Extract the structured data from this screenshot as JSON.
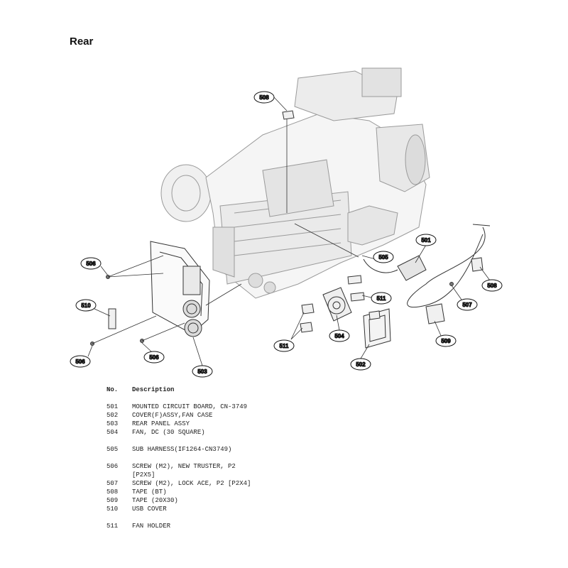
{
  "title": "Rear",
  "callouts": [
    {
      "id": "508",
      "label": "508"
    },
    {
      "id": "501",
      "label": "501"
    },
    {
      "id": "505",
      "label": "505"
    },
    {
      "id": "506a",
      "label": "506"
    },
    {
      "id": "510",
      "label": "510"
    },
    {
      "id": "506b",
      "label": "506"
    },
    {
      "id": "506c",
      "label": "506"
    },
    {
      "id": "503",
      "label": "503"
    },
    {
      "id": "511a",
      "label": "511"
    },
    {
      "id": "511b",
      "label": "511"
    },
    {
      "id": "504",
      "label": "504"
    },
    {
      "id": "502",
      "label": "502"
    },
    {
      "id": "509",
      "label": "509"
    },
    {
      "id": "507",
      "label": "507"
    },
    {
      "id": "508b",
      "label": "508"
    }
  ],
  "parts_header": {
    "no": "No.",
    "description": "Description"
  },
  "parts": [
    {
      "no": "501",
      "description": "MOUNTED CIRCUIT BOARD, CN-3749",
      "gap_before": false
    },
    {
      "no": "502",
      "description": "COVER(F)ASSY,FAN CASE",
      "gap_before": false
    },
    {
      "no": "503",
      "description": "REAR PANEL ASSY",
      "gap_before": false
    },
    {
      "no": "504",
      "description": "FAN, DC (30 SQUARE)",
      "gap_before": false
    },
    {
      "no": "505",
      "description": "SUB HARNESS(IF1264-CN3749)",
      "gap_before": true
    },
    {
      "no": "506",
      "description": "SCREW (M2), NEW TRUSTER, P2",
      "gap_before": true
    },
    {
      "no": "",
      "description": "[P2X5]",
      "gap_before": false
    },
    {
      "no": "507",
      "description": "SCREW (M2), LOCK ACE, P2 [P2X4]",
      "gap_before": false
    },
    {
      "no": "508",
      "description": "TAPE (BT)",
      "gap_before": false
    },
    {
      "no": "509",
      "description": "TAPE (20X30)",
      "gap_before": false
    },
    {
      "no": "510",
      "description": "USB COVER",
      "gap_before": false
    },
    {
      "no": "511",
      "description": "FAN HOLDER",
      "gap_before": true
    }
  ]
}
